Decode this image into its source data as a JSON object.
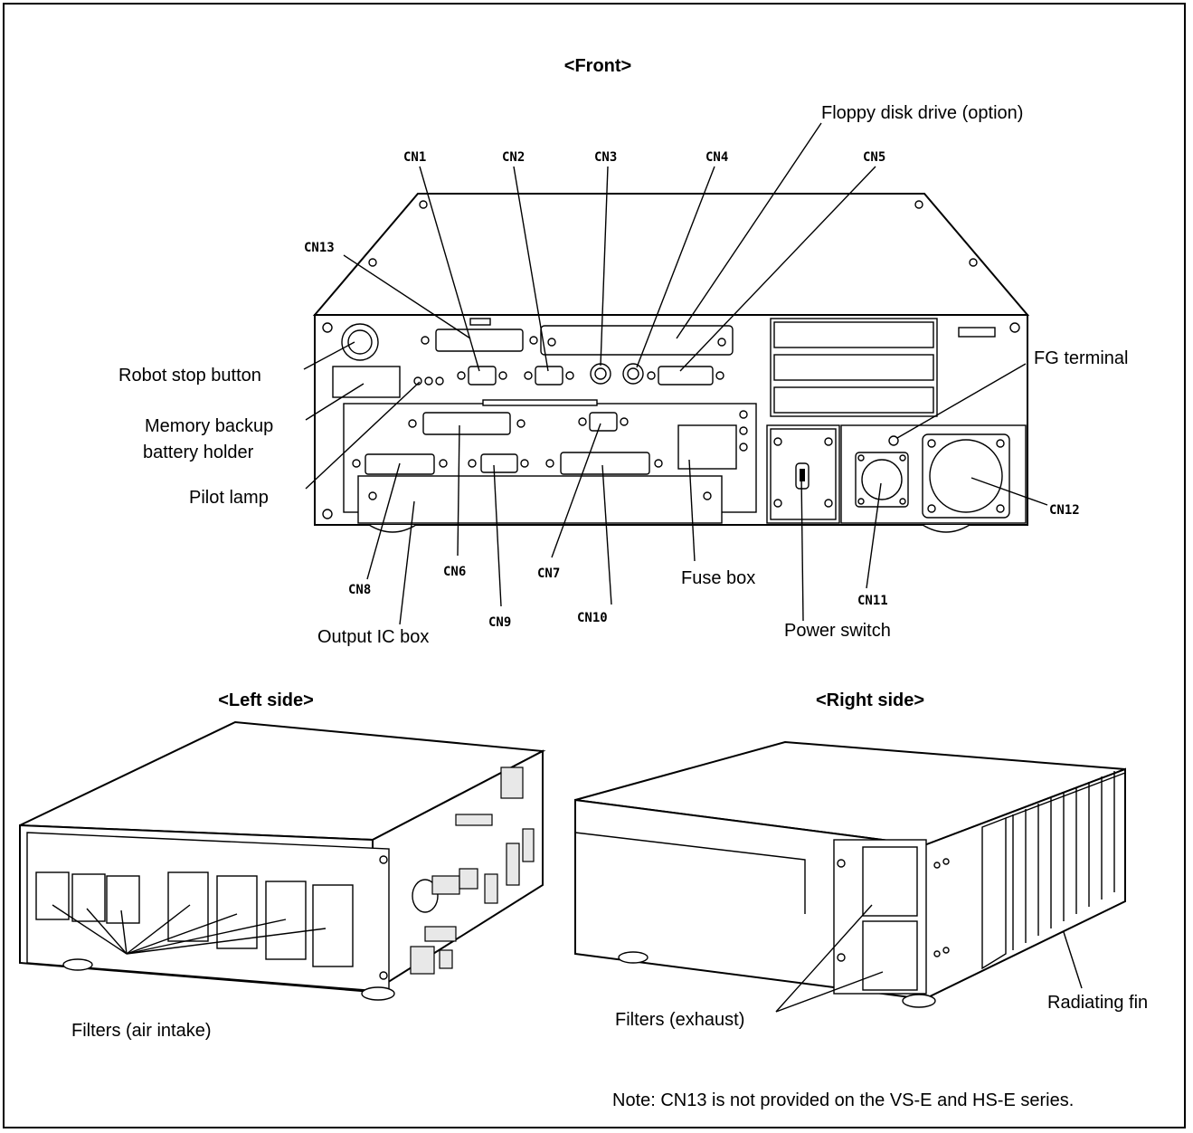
{
  "headers": {
    "front": "<Front>",
    "left": "<Left side>",
    "right": "<Right side>"
  },
  "front_labels": {
    "floppy": "Floppy disk drive (option)",
    "robot_stop": "Robot stop button",
    "memory_backup_1": "Memory backup",
    "memory_backup_2": "battery holder",
    "pilot_lamp": "Pilot lamp",
    "fg_terminal": "FG terminal",
    "fuse_box": "Fuse box",
    "power_switch": "Power switch",
    "output_ic_box": "Output IC box"
  },
  "connectors": {
    "cn1": "CN1",
    "cn2": "CN2",
    "cn3": "CN3",
    "cn4": "CN4",
    "cn5": "CN5",
    "cn6": "CN6",
    "cn7": "CN7",
    "cn8": "CN8",
    "cn9": "CN9",
    "cn10": "CN10",
    "cn11": "CN11",
    "cn12": "CN12",
    "cn13": "CN13"
  },
  "side_labels": {
    "filters_air_intake": "Filters (air intake)",
    "filters_exhaust": "Filters (exhaust)",
    "radiating_fin": "Radiating fin"
  },
  "note": "Note: CN13 is not provided on the VS-E and HS-E series."
}
